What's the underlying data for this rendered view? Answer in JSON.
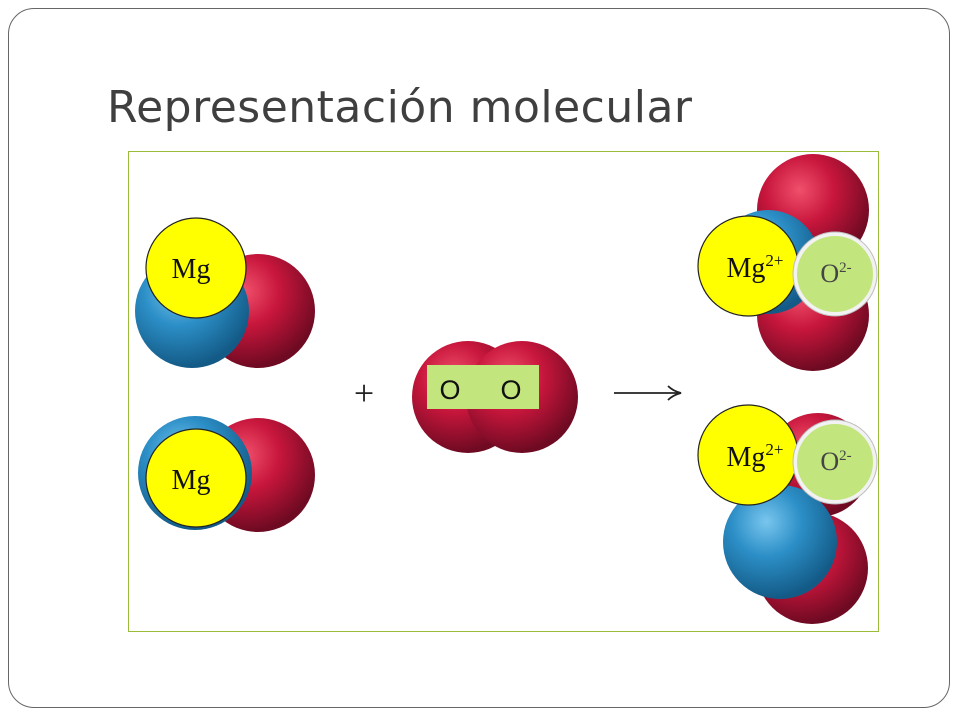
{
  "slide": {
    "title": "Representación molecular"
  },
  "reactants": {
    "mg_atom_1": {
      "label": "Mg"
    },
    "mg_atom_2": {
      "label": "Mg"
    },
    "oxygen_molecule": {
      "label_1": "O",
      "label_2": "O"
    }
  },
  "operators": {
    "plus": "+",
    "arrow": "⟶"
  },
  "products": {
    "mgo_1": {
      "mg_base": "Mg",
      "mg_charge": "2+",
      "o_base": "O",
      "o_charge": "2-"
    },
    "mgo_2": {
      "mg_base": "Mg",
      "mg_charge": "2+",
      "o_base": "O",
      "o_charge": "2-"
    }
  },
  "colors": {
    "magnesium_sphere": "#2c8fc7",
    "oxygen_sphere": "#c8163c",
    "mg_label_fill": "#ffff00",
    "o_label_fill": "#c3e57e",
    "diagram_border": "#9bbb3a",
    "slide_border": "#666666",
    "title_text": "#3f3f3f"
  }
}
